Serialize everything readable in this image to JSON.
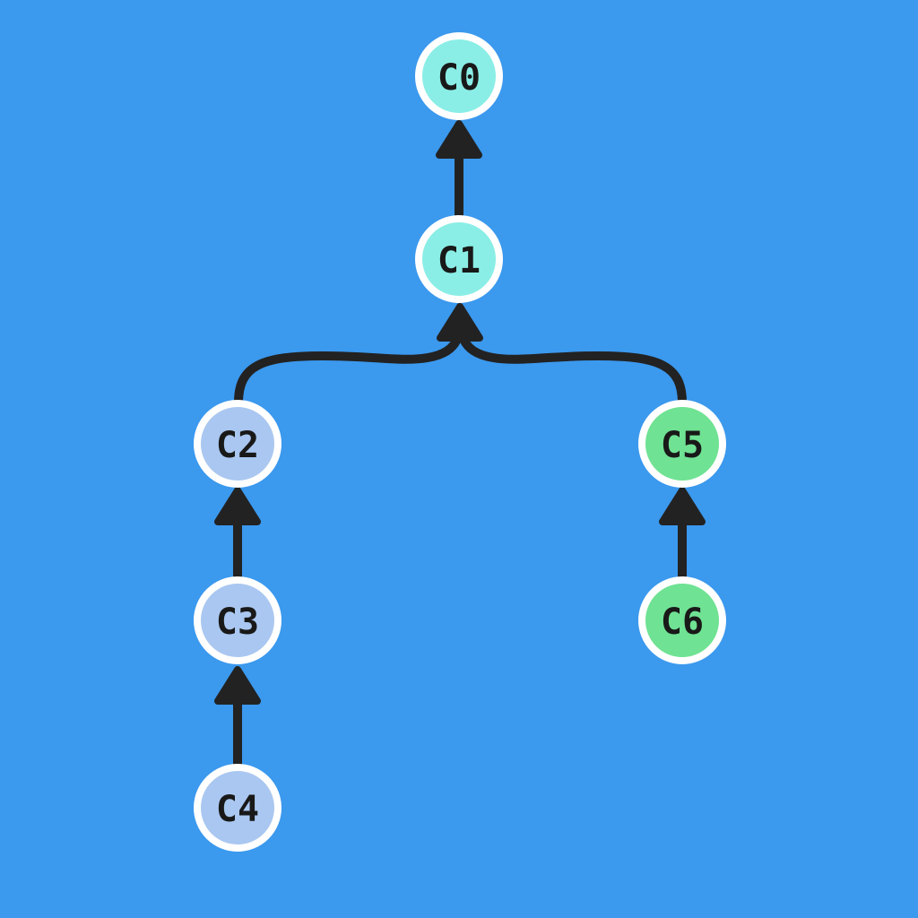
{
  "diagram": {
    "type": "commit-graph",
    "background_color": "#3b99ee",
    "edge_color": "#222222",
    "node_border_color": "#ffffff",
    "node_colors": {
      "cyan": "#8aeee6",
      "periwinkle": "#a9c7f0",
      "green": "#6fe293"
    },
    "nodes": [
      {
        "id": "C0",
        "label": "C0",
        "fill": "#8aeee6"
      },
      {
        "id": "C1",
        "label": "C1",
        "fill": "#8aeee6"
      },
      {
        "id": "C2",
        "label": "C2",
        "fill": "#a9c7f0"
      },
      {
        "id": "C3",
        "label": "C3",
        "fill": "#a9c7f0"
      },
      {
        "id": "C4",
        "label": "C4",
        "fill": "#a9c7f0"
      },
      {
        "id": "C5",
        "label": "C5",
        "fill": "#6fe293"
      },
      {
        "id": "C6",
        "label": "C6",
        "fill": "#6fe293"
      }
    ],
    "edges": [
      {
        "from": "C1",
        "to": "C0"
      },
      {
        "from": "C2",
        "to": "C1"
      },
      {
        "from": "C5",
        "to": "C1"
      },
      {
        "from": "C3",
        "to": "C2"
      },
      {
        "from": "C4",
        "to": "C3"
      },
      {
        "from": "C6",
        "to": "C5"
      }
    ]
  }
}
